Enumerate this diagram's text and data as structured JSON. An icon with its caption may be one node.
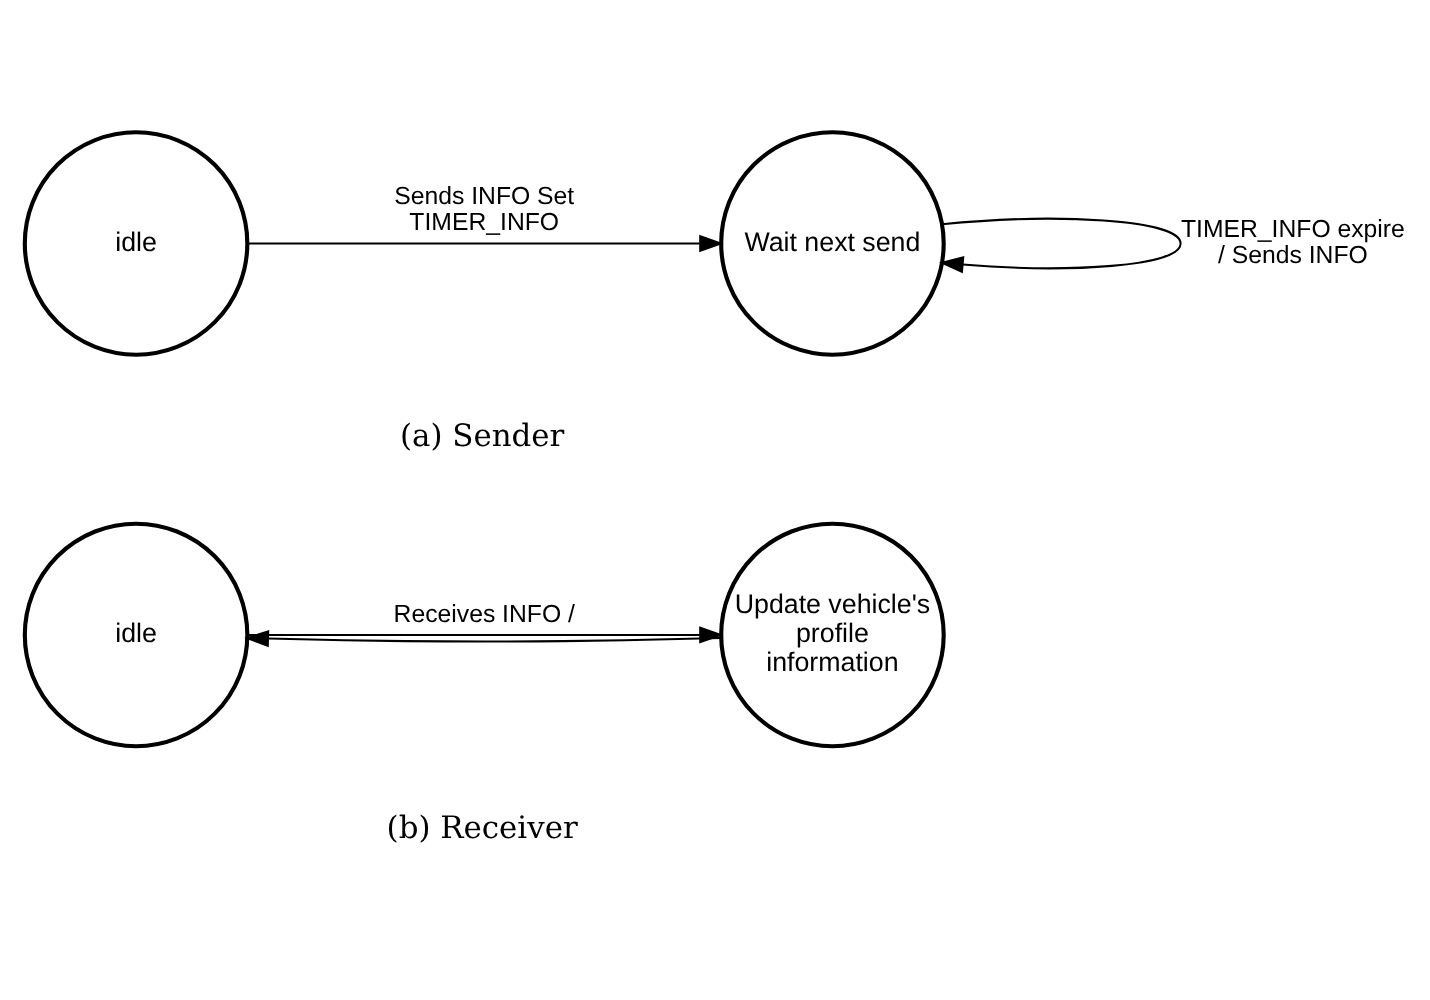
{
  "diagram": {
    "nodes": [
      {
        "text": [
          "idle"
        ]
      },
      {
        "text": [
          "Wait next send"
        ]
      },
      {
        "text": [
          "idle"
        ]
      },
      {
        "text": [
          "Update vehicle's profile information"
        ]
      }
    ],
    "edges": [
      {
        "from": 0,
        "to": 1,
        "arrow": "to",
        "label": "Sends INFO Set TIMER_INFO"
      },
      {
        "from": 1,
        "to": 1,
        "arrow": "to",
        "label": "TIMER_INFO expire / Sends INFO"
      },
      {
        "from": 2,
        "to": 3,
        "arrow": "to",
        "label": "Receives INFO /"
      },
      {
        "from": 3,
        "to": 2,
        "arrow": "to"
      }
    ],
    "labels": [
      "(a) Sender",
      "(b) Receiver"
    ]
  }
}
